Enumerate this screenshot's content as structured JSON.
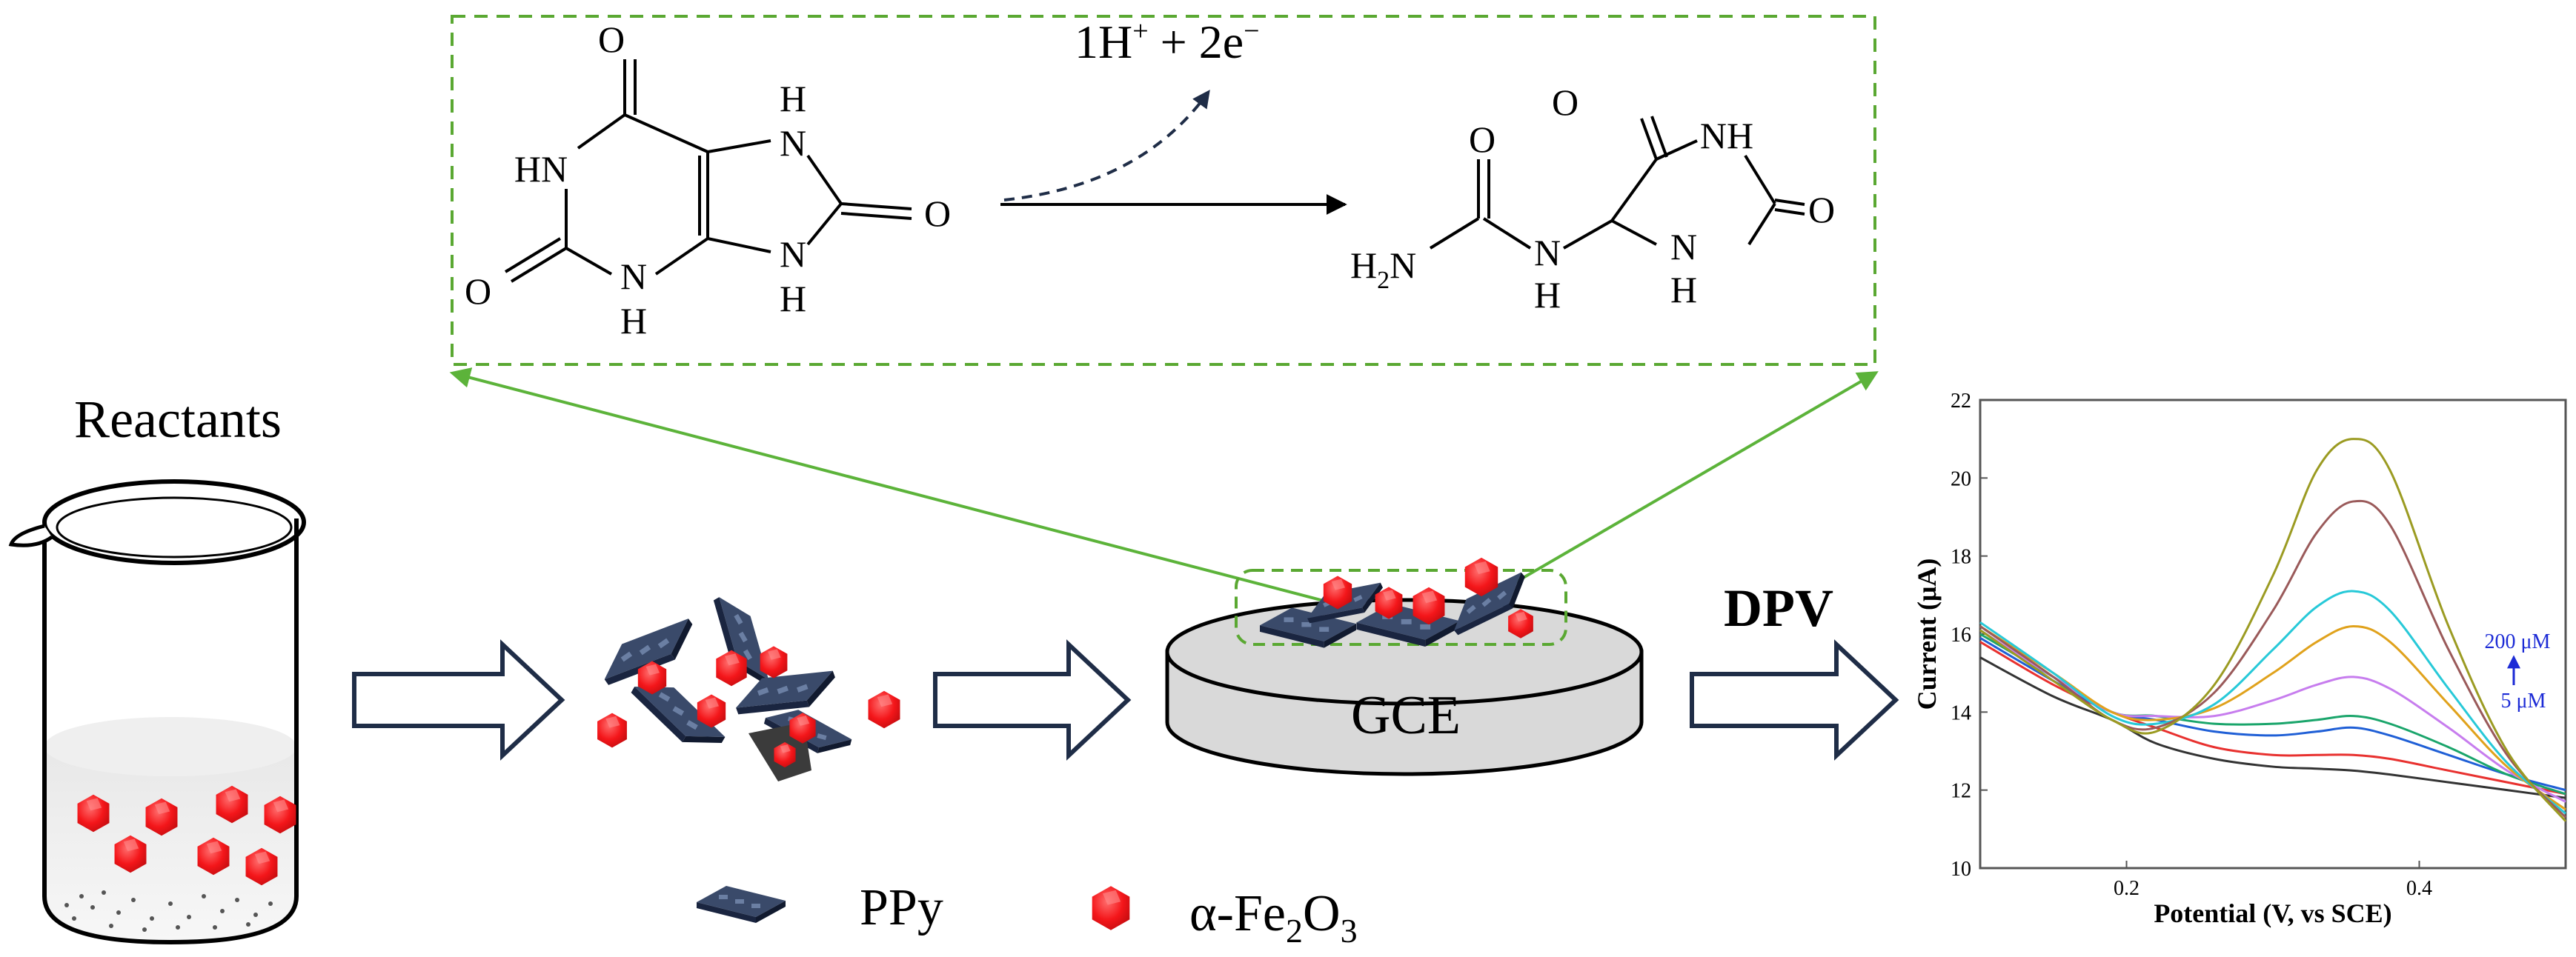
{
  "reaction": {
    "electron_label_main": "1H",
    "electron_label_sup": "+",
    "electron_label_mid": " + 2e",
    "electron_label_sup2": "−",
    "reactant_atoms": {
      "n1": "HN",
      "n3": "N",
      "n3_h": "H",
      "n7": "N",
      "n7_h": "H",
      "n9": "N",
      "n9_h": "H",
      "o2": "O",
      "o6": "O",
      "o8": "O"
    },
    "product_atoms": {
      "nh2": "H",
      "nh2_sub": "2",
      "nh2_n": "N",
      "o_urea": "O",
      "nh_link": "N",
      "nh_link_h": "H",
      "o_top": "O",
      "nh_top": "NH",
      "o_right": "O",
      "nh_bottom": "N",
      "nh_bottom_h": "H"
    }
  },
  "left": {
    "reactants_label": "Reactants"
  },
  "electrode": {
    "label": "GCE"
  },
  "method": {
    "label": "DPV"
  },
  "legend": {
    "ppy": "PPy",
    "fe2o3_prefix": "α-Fe",
    "fe2o3_sub1": "2",
    "fe2o3_mid": "O",
    "fe2o3_sub2": "3"
  },
  "colors": {
    "box_green": "#5aa832",
    "arrow_green": "#5cb33a",
    "navy": "#1f2d47",
    "particle_red": "#f4161a",
    "electrode_gray": "#d9d9d9",
    "annotation_blue": "#1c2bd6"
  },
  "chart_data": {
    "type": "line",
    "xlabel": "Potential (V,  vs SCE)",
    "ylabel": "Current (μA)",
    "xlim": [
      0.1,
      0.5
    ],
    "ylim": [
      10,
      22
    ],
    "xticks": [
      "0.2",
      "0.4"
    ],
    "yticks": [
      "10",
      "12",
      "14",
      "16",
      "18",
      "20",
      "22"
    ],
    "annotation_top": "200 μM",
    "annotation_bottom": "5 μM",
    "x": [
      0.1,
      0.15,
      0.19,
      0.22,
      0.26,
      0.3,
      0.33,
      0.355,
      0.38,
      0.42,
      0.46,
      0.5
    ],
    "series": [
      {
        "color": "#333333",
        "values": [
          15.4,
          14.4,
          13.8,
          13.2,
          12.8,
          12.6,
          12.55,
          12.5,
          12.4,
          12.2,
          12.0,
          11.8
        ]
      },
      {
        "color": "#e8312f",
        "values": [
          15.8,
          14.7,
          14.0,
          13.6,
          13.1,
          12.9,
          12.9,
          12.9,
          12.8,
          12.5,
          12.2,
          11.9
        ]
      },
      {
        "color": "#1f5fd6",
        "values": [
          15.9,
          14.8,
          14.0,
          13.8,
          13.5,
          13.4,
          13.5,
          13.6,
          13.4,
          12.9,
          12.4,
          12.0
        ]
      },
      {
        "color": "#1aa56b",
        "values": [
          16.0,
          14.9,
          14.0,
          13.9,
          13.7,
          13.7,
          13.8,
          13.9,
          13.7,
          13.1,
          12.4,
          11.9
        ]
      },
      {
        "color": "#c77dee",
        "values": [
          16.1,
          14.9,
          14.0,
          13.9,
          13.9,
          14.3,
          14.7,
          14.9,
          14.6,
          13.6,
          12.5,
          11.7
        ]
      },
      {
        "color": "#e0a21c",
        "values": [
          16.2,
          15.0,
          14.0,
          13.8,
          14.1,
          15.0,
          15.8,
          16.2,
          15.8,
          14.2,
          12.6,
          11.5
        ]
      },
      {
        "color": "#27c9d8",
        "values": [
          16.3,
          15.0,
          13.9,
          13.7,
          14.2,
          15.6,
          16.7,
          17.1,
          16.6,
          14.6,
          12.7,
          11.4
        ]
      },
      {
        "color": "#9a5a5a",
        "values": [
          16.2,
          14.9,
          13.8,
          13.6,
          14.5,
          16.6,
          18.6,
          19.4,
          18.8,
          15.6,
          12.9,
          11.3
        ]
      },
      {
        "color": "#9b9b22",
        "values": [
          16.1,
          14.8,
          13.8,
          13.5,
          14.7,
          17.5,
          20.2,
          21.0,
          20.2,
          16.2,
          13.0,
          11.2
        ]
      }
    ]
  }
}
